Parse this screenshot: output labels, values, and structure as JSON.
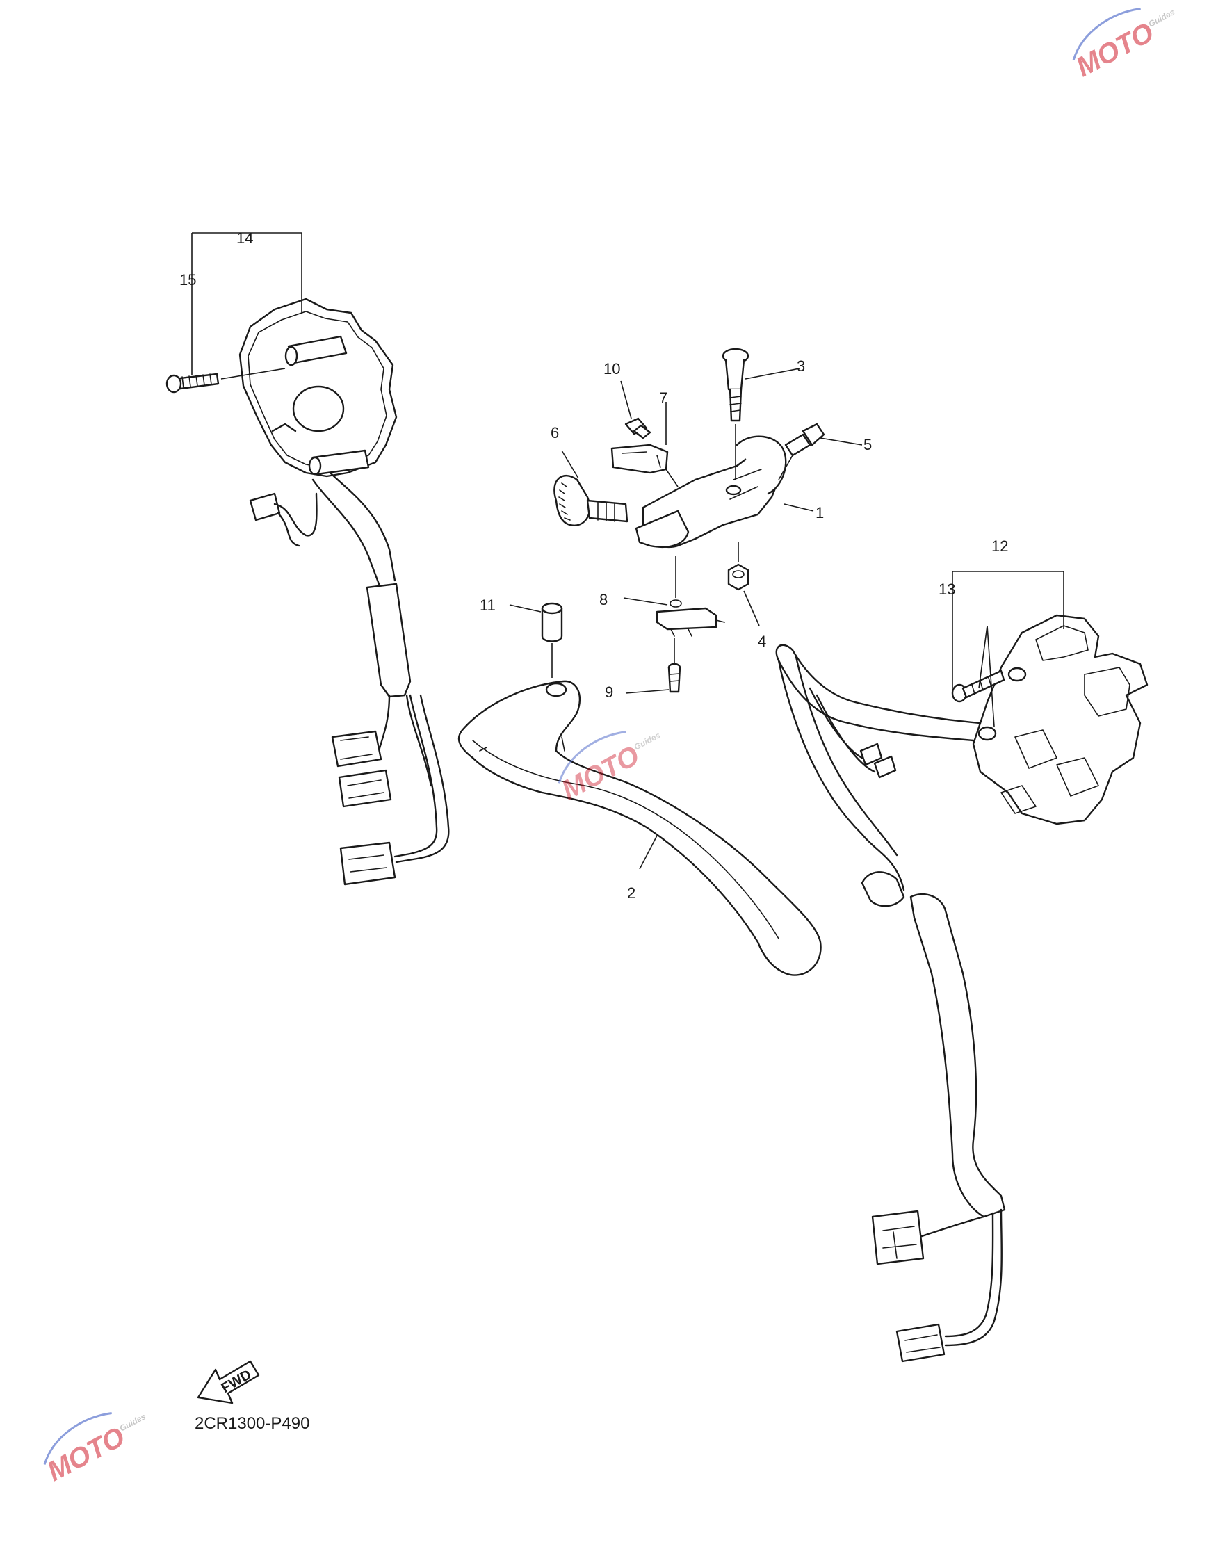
{
  "callouts": {
    "c1": "1",
    "c2": "2",
    "c3": "3",
    "c4": "4",
    "c5": "5",
    "c6": "6",
    "c7": "7",
    "c8": "8",
    "c9": "9",
    "c10": "10",
    "c11": "11",
    "c12": "12",
    "c13": "13",
    "c14": "14",
    "c15": "15"
  },
  "fwd_label": "FWD",
  "diagram_code": "2CR1300-P490",
  "watermark": {
    "brand": "MOTO",
    "sub": "Guides",
    "accent": "#d02030",
    "secondary": "#3050c0"
  }
}
